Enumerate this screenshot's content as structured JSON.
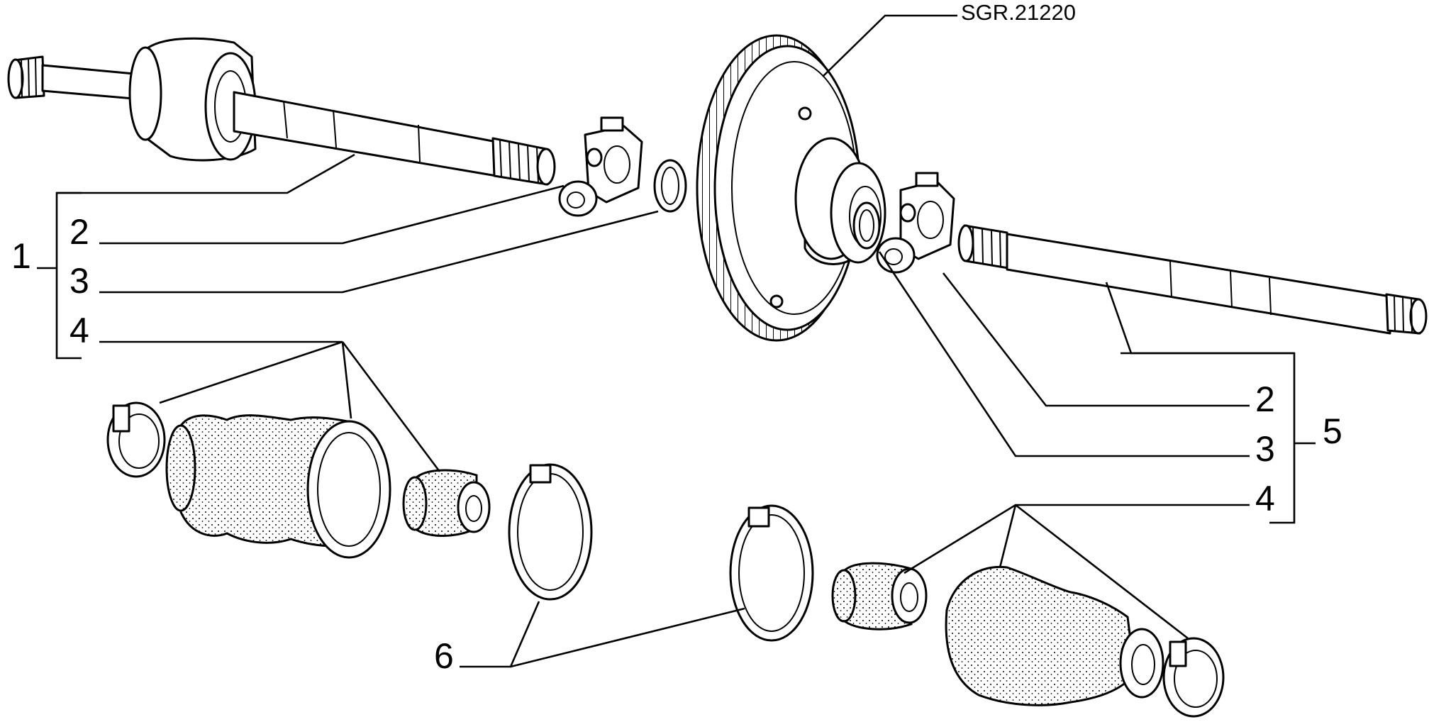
{
  "diagram": {
    "drawing_code": "SGR.21220",
    "labels": {
      "left_assembly": "1",
      "left_tripod": "2",
      "left_circlip": "3",
      "left_boot": "4",
      "right_tripod": "2",
      "right_circlip": "3",
      "right_boot": "4",
      "right_assembly": "5",
      "clamps": "6"
    }
  }
}
